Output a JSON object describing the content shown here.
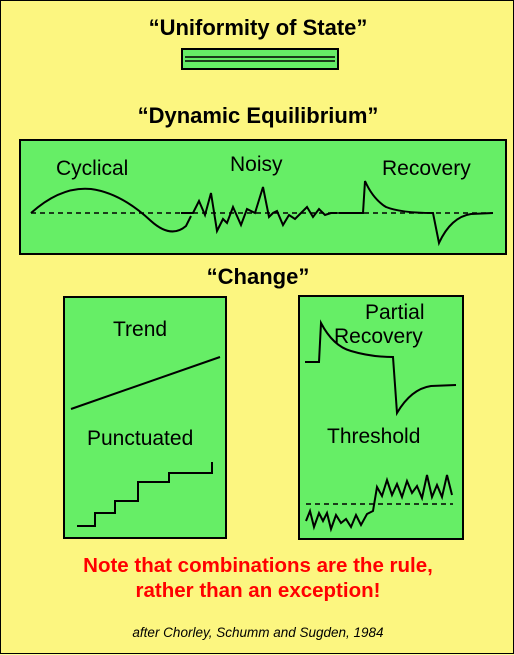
{
  "headings": {
    "uniformity": "“Uniformity of State”",
    "dynamic": "“Dynamic Equilibrium”",
    "change": "“Change”"
  },
  "dynamic_panel": {
    "cyclical": "Cyclical",
    "noisy": "Noisy",
    "recovery": "Recovery"
  },
  "change_left_panel": {
    "trend": "Trend",
    "punctuated": "Punctuated"
  },
  "change_right_panel": {
    "partial_line1": "Partial",
    "partial_line2": "Recovery",
    "threshold": "Threshold"
  },
  "note": {
    "line1": "Note that combinations are the rule,",
    "line2": "rather than an exception!"
  },
  "credit": "after Chorley, Schumm and Sugden, 1984",
  "colors": {
    "background": "#fcf680",
    "panel": "#66ee66",
    "note": "#ff0000"
  }
}
